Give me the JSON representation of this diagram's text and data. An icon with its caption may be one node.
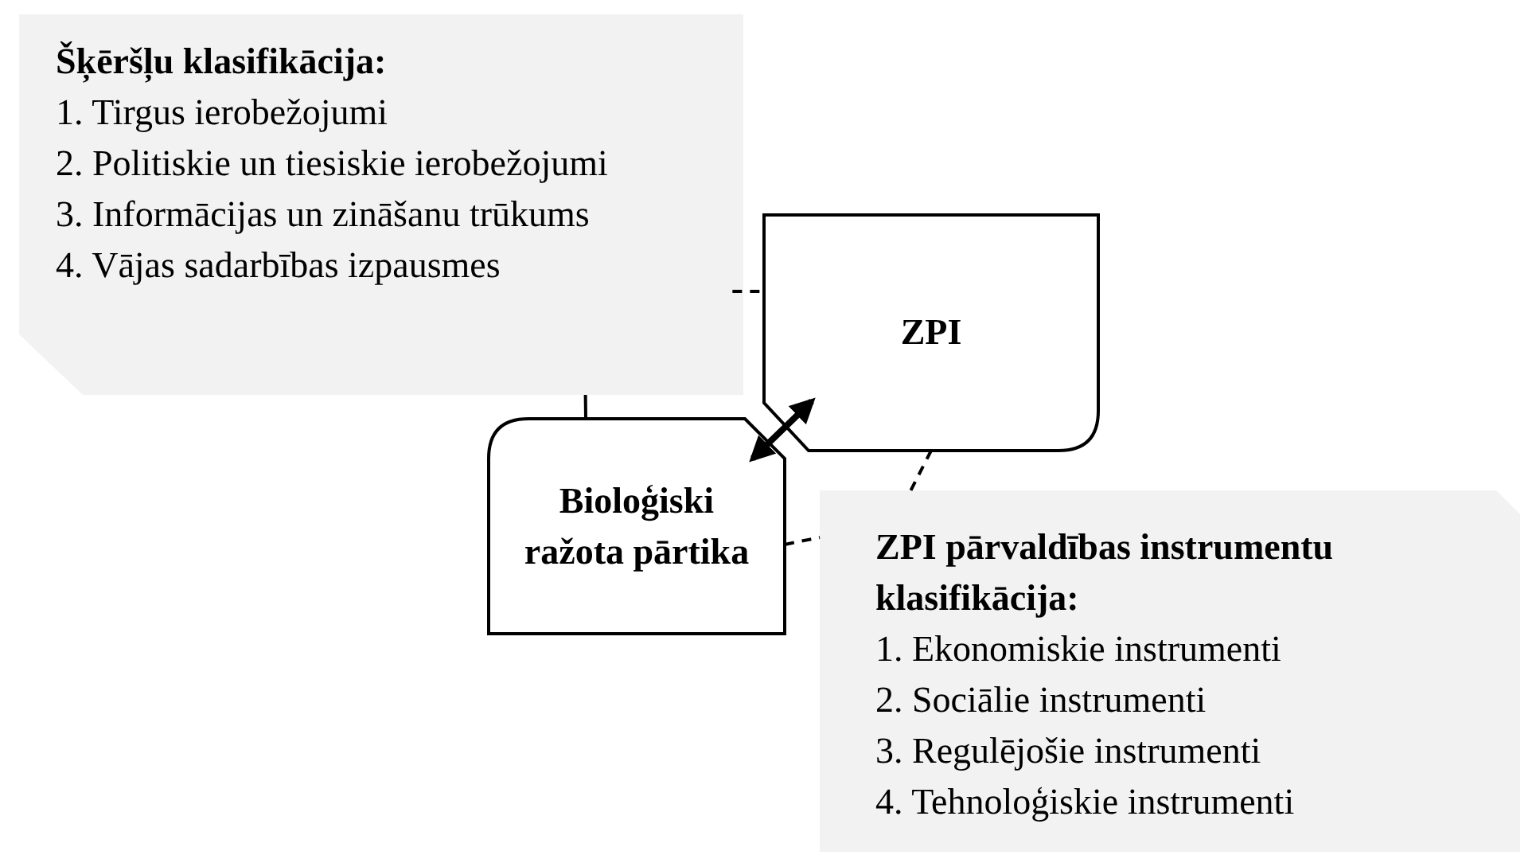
{
  "diagram": {
    "nodes": [
      {
        "text": [
          "Šķēršļu klasifikācija:",
          "1. Tirgus ierobežojumi",
          "2. Politiskie un tiesiskie ierobežojumi",
          "3. Informācijas un zināšanu trūkums",
          "4. Vājas sadarbības izpausmes"
        ]
      },
      {
        "text": [
          "ZPI"
        ]
      },
      {
        "text": [
          "Bioloģiski ražota pārtika"
        ]
      },
      {
        "text": [
          "ZPI pārvaldības instrumentu klasifikācija:",
          "1. Ekonomiskie instrumenti",
          "2. Sociālie instrumenti",
          "3. Regulējošie instrumenti",
          "4. Tehnoloģiskie instrumenti"
        ]
      }
    ],
    "edges": [
      {
        "from": 0,
        "to": 1,
        "arrow": "none",
        "style": "dashed"
      },
      {
        "from": 0,
        "to": 2,
        "arrow": "none"
      },
      {
        "from": 1,
        "to": 2,
        "arrow": "both",
        "style": "thick"
      },
      {
        "from": 1,
        "to": 3,
        "arrow": "none",
        "style": "dashed"
      },
      {
        "from": 2,
        "to": 3,
        "arrow": "none",
        "style": "dashed"
      }
    ]
  }
}
